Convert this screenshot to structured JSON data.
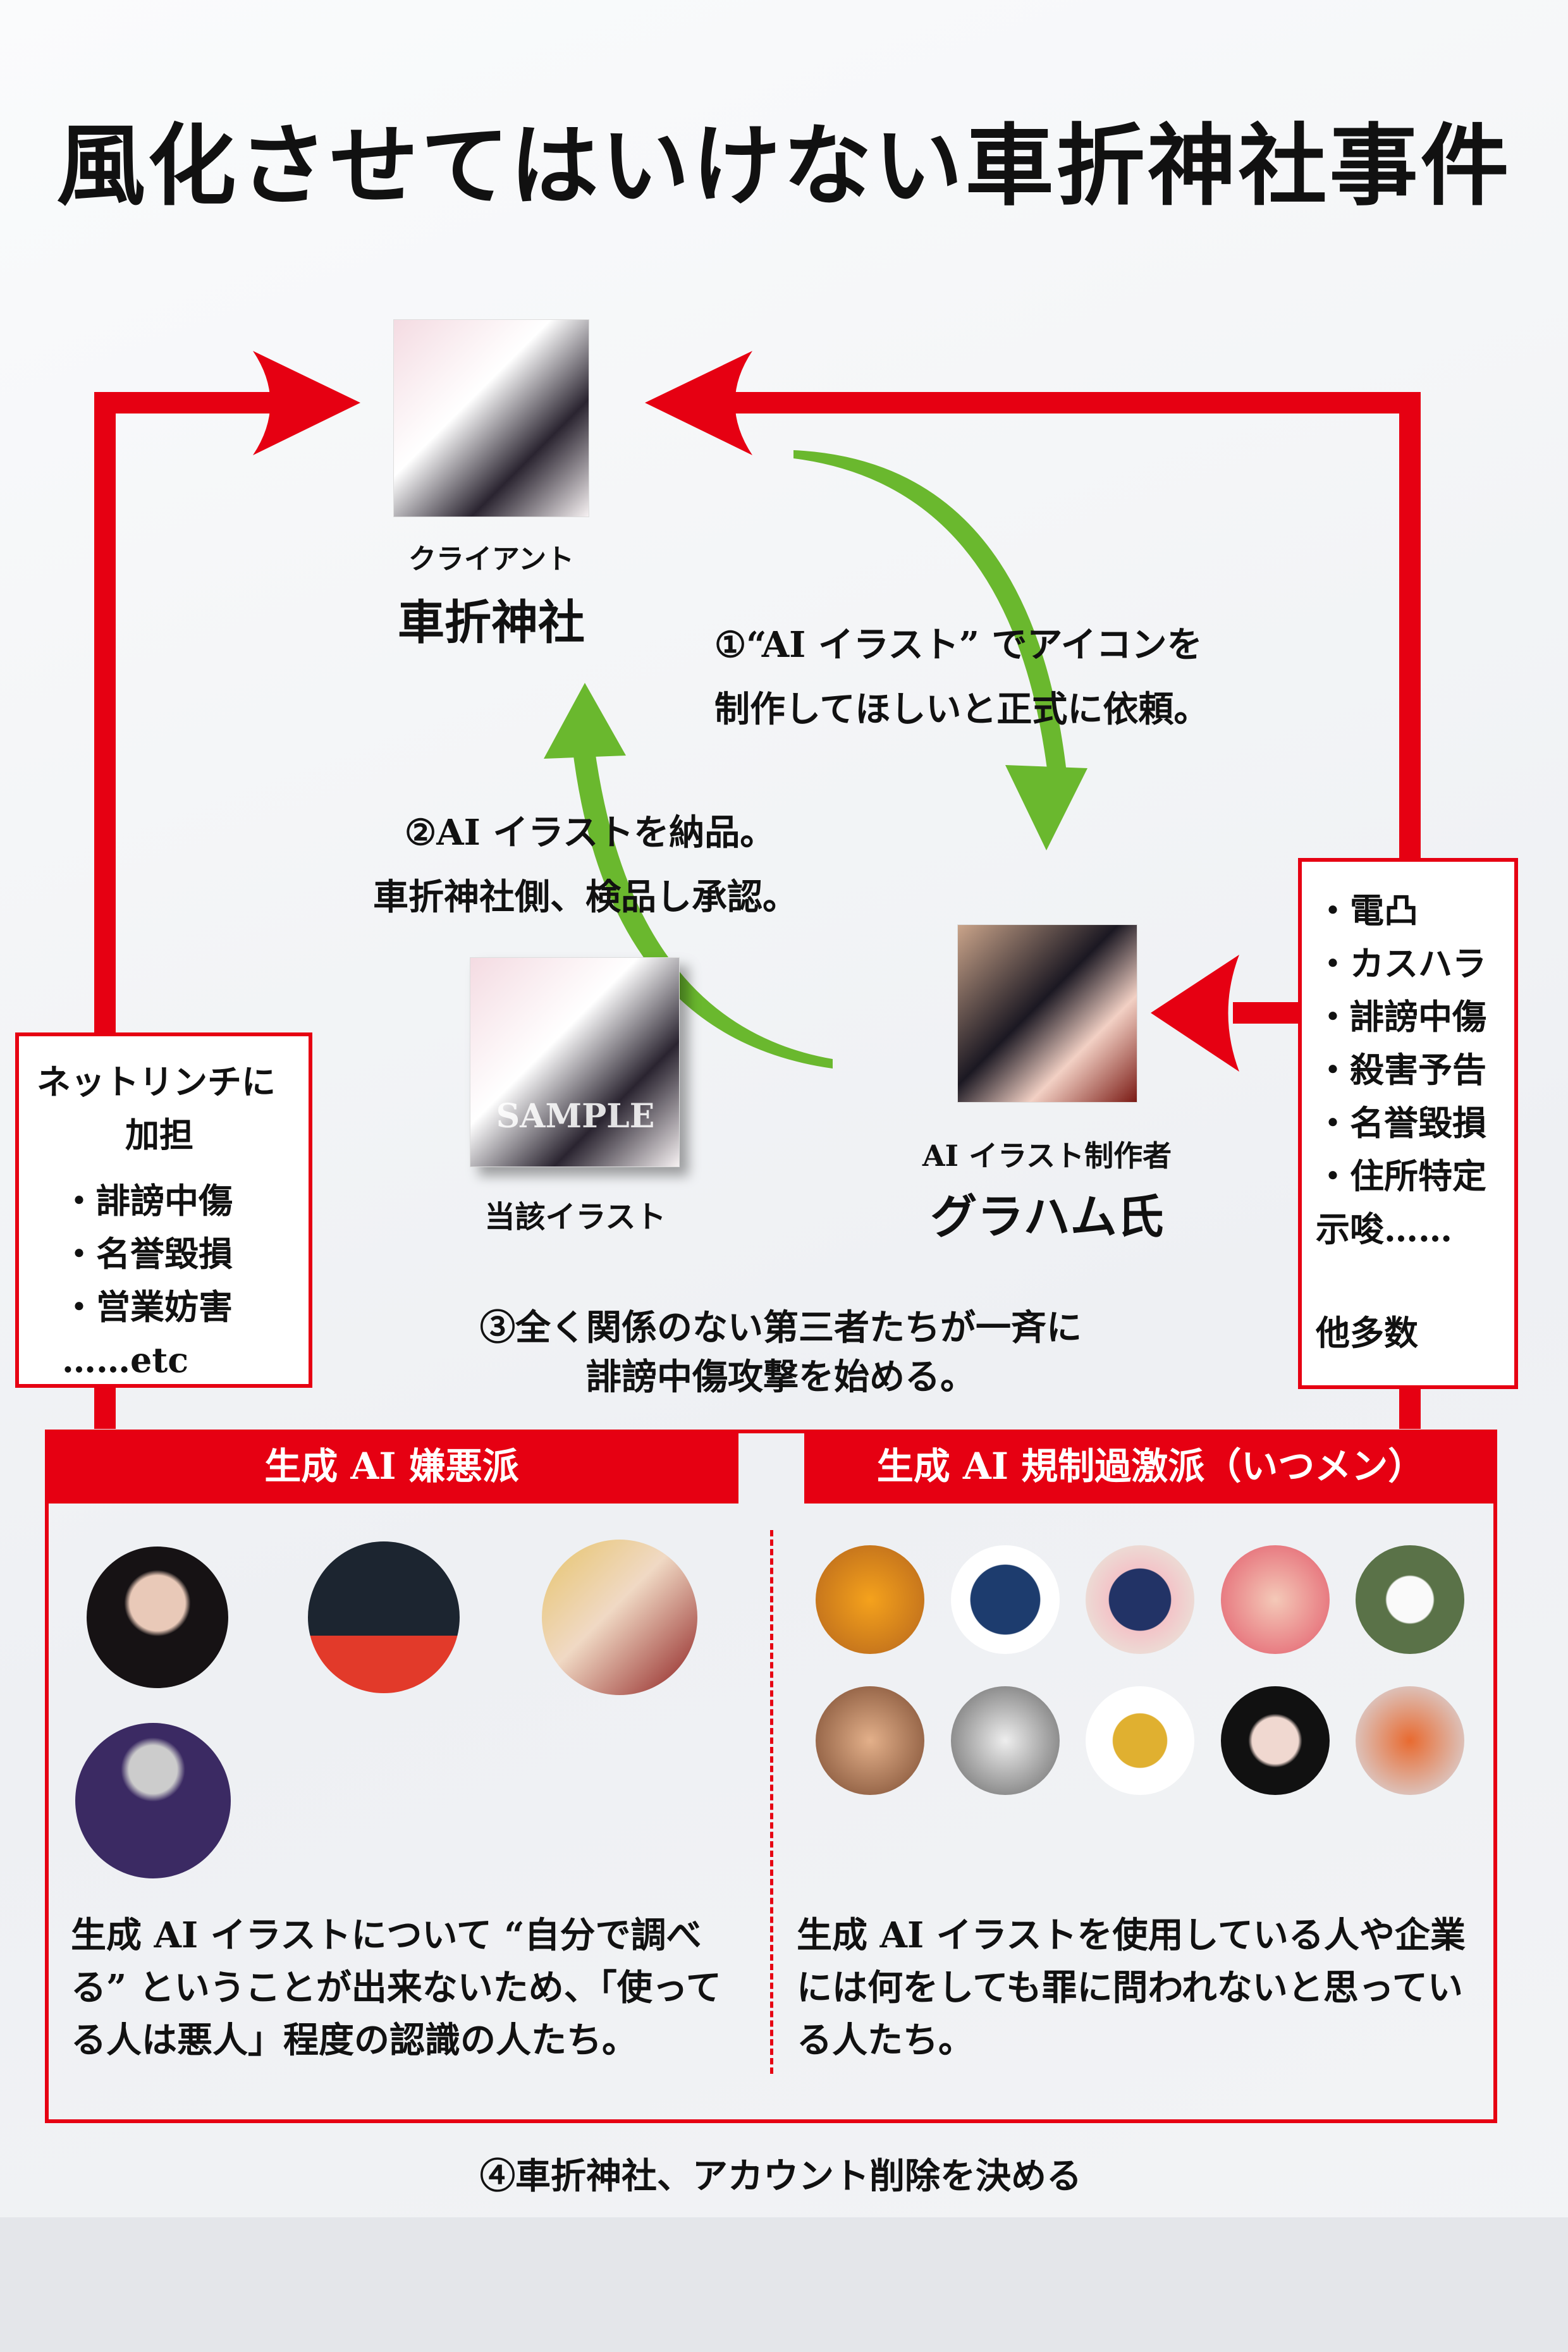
{
  "title": "風化させてはいけない車折神社事件",
  "client": {
    "role": "クライアント",
    "name": "車折神社"
  },
  "step1": {
    "line1": "①“AI イラスト” でアイコンを",
    "line2": "制作してほしいと正式に依頼。"
  },
  "step2": {
    "line1": "②AI イラストを納品。",
    "line2": "車折神社側、検品し承認。"
  },
  "illustration": {
    "caption": "当該イラスト",
    "watermark": "SAMPLE"
  },
  "creator": {
    "role": "AI イラスト制作者",
    "name": "グラハム氏"
  },
  "left_box": {
    "heading1": "ネットリンチに",
    "heading2": "加担",
    "items": [
      "・誹謗中傷",
      "・名誉毀損",
      "・営業妨害"
    ],
    "tail": "……etc"
  },
  "right_box": {
    "items": [
      "・電凸",
      "・カスハラ",
      "・誹謗中傷",
      "・殺害予告",
      "・名誉毀損",
      "・住所特定"
    ],
    "tail1": "示唆……",
    "tail2": "他多数"
  },
  "step3": {
    "line1": "③全く関係のない第三者たちが一斉に",
    "line2": "誹謗中傷攻撃を始める。"
  },
  "groups": {
    "left": {
      "header": "生成 AI 嫌悪派",
      "desc": "生成 AI イラストについて “自分で調べる” ということが出来ないため、「使ってる人は悪人」程度の認識の人たち。"
    },
    "right": {
      "header": "生成 AI 規制過激派（いつメン）",
      "desc": "生成 AI イラストを使用している人や企業には何をしても罪に問われないと思っている人たち。"
    }
  },
  "step4": "④車折神社、アカウント削除を決める",
  "colors": {
    "red": "#e60012",
    "green": "#6ab82e"
  }
}
